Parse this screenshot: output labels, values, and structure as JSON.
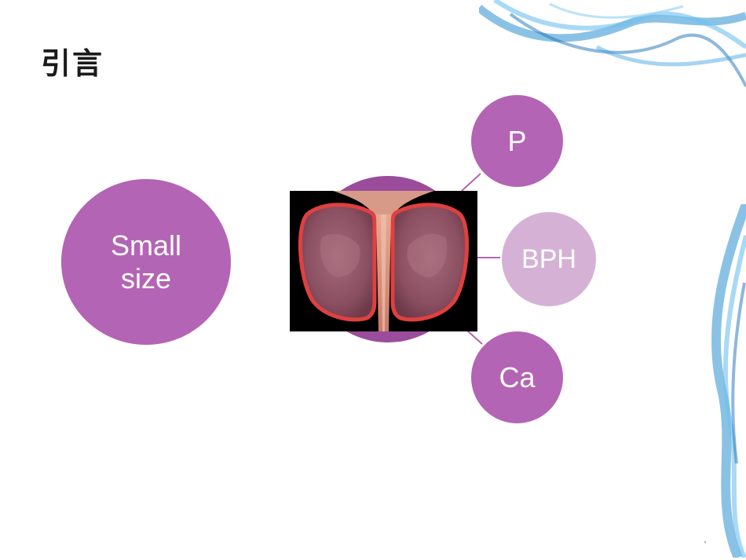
{
  "slide": {
    "title": "引言",
    "colors": {
      "accent": "#b464b4",
      "accent_light": "#d5b2d5",
      "center_dark": "#9b4c9b",
      "smoke_blue": "#2a8fd0"
    }
  },
  "diagram": {
    "left_node": {
      "line1": "Small",
      "line2": "size"
    },
    "center_node": {
      "icon": "prostate-illustration"
    },
    "branches": [
      {
        "label": "P"
      },
      {
        "label": "BPH"
      },
      {
        "label": "Ca"
      }
    ]
  }
}
